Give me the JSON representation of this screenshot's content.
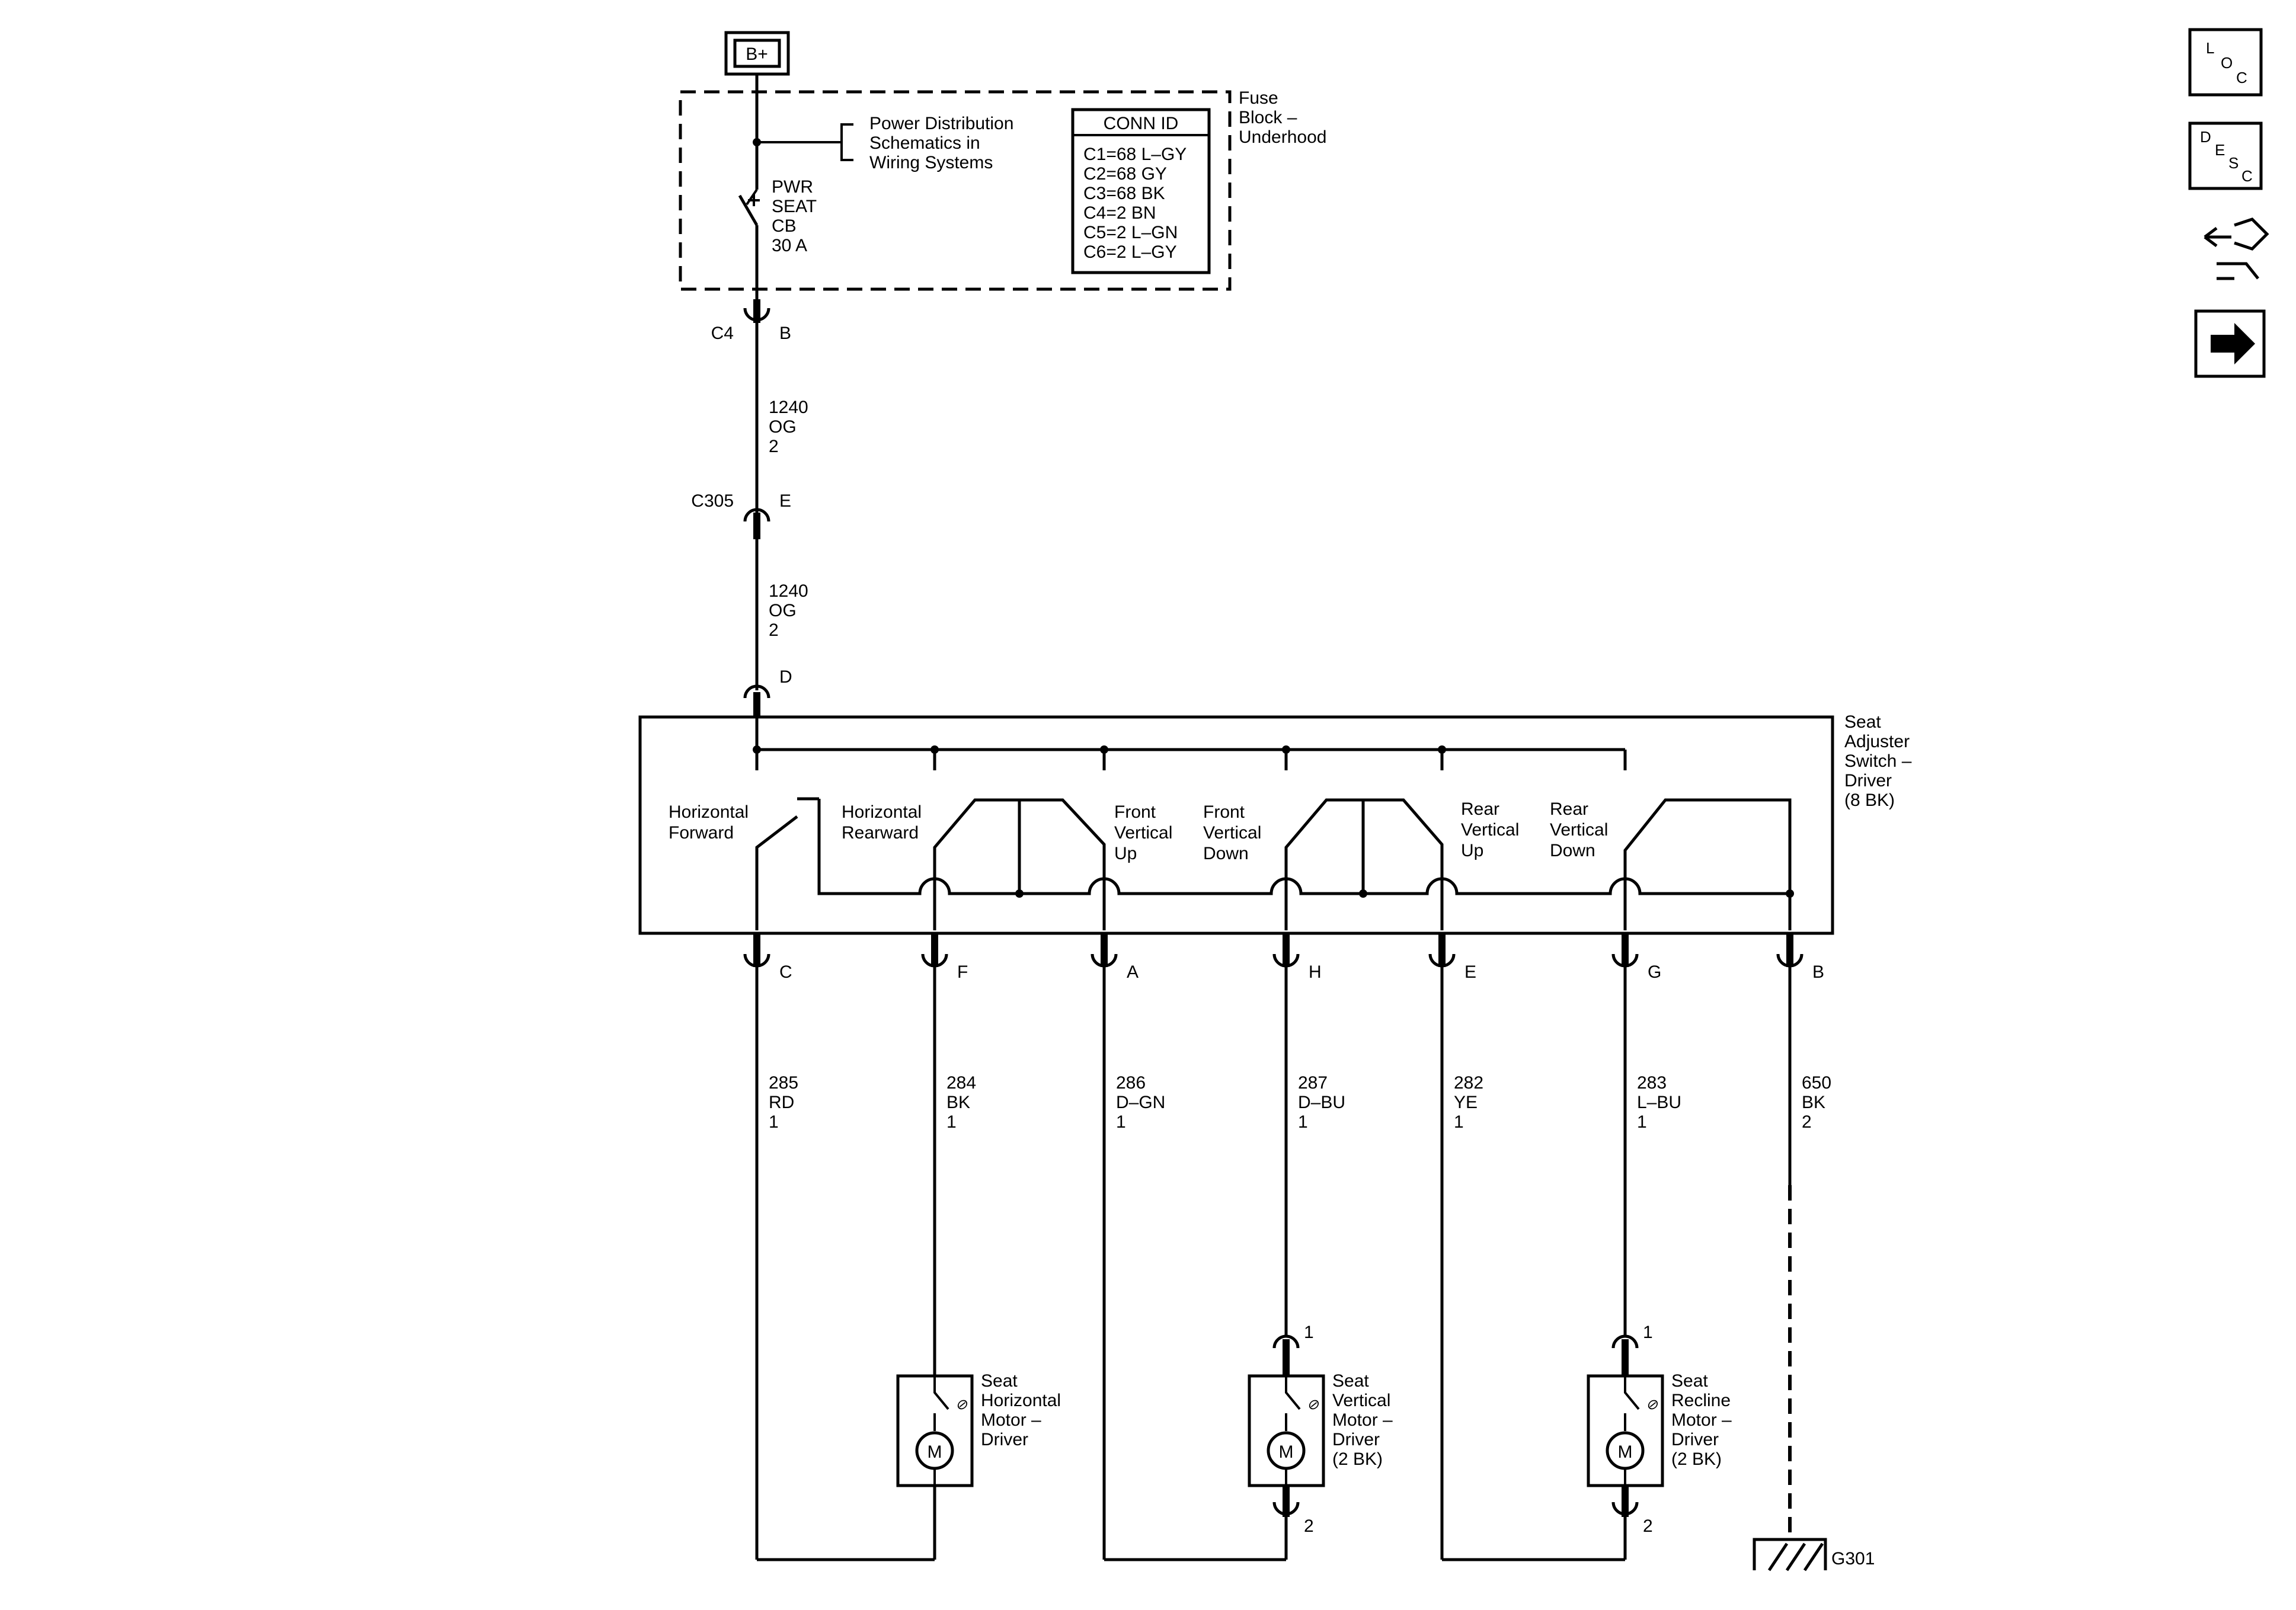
{
  "power_source": "B+",
  "fuse_block": {
    "label": [
      "Fuse",
      "Block –",
      "Underhood"
    ],
    "breaker": [
      "PWR",
      "SEAT",
      "CB",
      "30 A"
    ],
    "reference": [
      "Power Distribution",
      "Schematics in",
      "Wiring Systems"
    ],
    "conn_id_title": "CONN ID",
    "conn_ids": [
      "C1=68 L–GY",
      "C2=68 GY",
      "C3=68 BK",
      "C4=2 BN",
      "C5=2 L–GN",
      "C6=2 L–GY"
    ]
  },
  "feed": {
    "c4_label": "C4",
    "c4_pin": "B",
    "wire1": [
      "1240",
      "OG",
      "2"
    ],
    "c305_label": "C305",
    "c305_pin": "E",
    "wire2": [
      "1240",
      "OG",
      "2"
    ],
    "switch_pin": "D"
  },
  "switch_module": {
    "label": [
      "Seat",
      "Adjuster",
      "Switch –",
      "Driver",
      "(8 BK)"
    ],
    "positions": [
      [
        "Horizontal",
        "Forward"
      ],
      [
        "Horizontal",
        "Rearward"
      ],
      [
        "Front",
        "Vertical",
        "Up"
      ],
      [
        "Front",
        "Vertical",
        "Down"
      ],
      [
        "Rear",
        "Vertical",
        "Up"
      ],
      [
        "Rear",
        "Vertical",
        "Down"
      ]
    ]
  },
  "circuits": [
    {
      "pin": "C",
      "circuit": "285",
      "color": "RD",
      "size": "1"
    },
    {
      "pin": "F",
      "circuit": "284",
      "color": "BK",
      "size": "1"
    },
    {
      "pin": "A",
      "circuit": "286",
      "color": "D–GN",
      "size": "1"
    },
    {
      "pin": "H",
      "circuit": "287",
      "color": "D–BU",
      "size": "1"
    },
    {
      "pin": "E",
      "circuit": "282",
      "color": "YE",
      "size": "1"
    },
    {
      "pin": "G",
      "circuit": "283",
      "color": "L–BU",
      "size": "1"
    },
    {
      "pin": "B",
      "circuit": "650",
      "color": "BK",
      "size": "2"
    }
  ],
  "motors": [
    {
      "label": [
        "Seat",
        "Horizontal",
        "Motor –",
        "Driver"
      ],
      "symbol": "M",
      "pin_top": "",
      "pin_bottom": ""
    },
    {
      "label": [
        "Seat",
        "Vertical",
        "Motor –",
        "Driver",
        "(2 BK)"
      ],
      "symbol": "M",
      "pin_top": "1",
      "pin_bottom": "2"
    },
    {
      "label": [
        "Seat",
        "Recline",
        "Motor –",
        "Driver",
        "(2 BK)"
      ],
      "symbol": "M",
      "pin_top": "1",
      "pin_bottom": "2"
    }
  ],
  "ground": "G301",
  "side_icons": [
    {
      "name": "loc-icon",
      "letters": [
        "L",
        "O",
        "C"
      ]
    },
    {
      "name": "desc-icon",
      "letters": [
        "D",
        "E",
        "S",
        "C"
      ]
    },
    {
      "name": "connector-end-view-icon"
    },
    {
      "name": "next-arrow-icon"
    }
  ]
}
